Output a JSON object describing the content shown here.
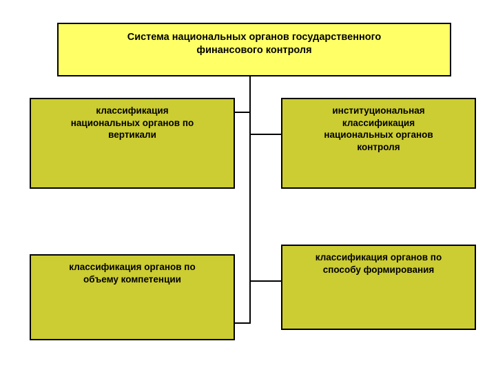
{
  "diagram": {
    "title": "Система национальных органов государственного финансового контроля",
    "colors": {
      "root_fill": "#ffff66",
      "branch_fill": "#cccc33",
      "border": "#000000",
      "background": "#ffffff",
      "text": "#000000"
    },
    "root": {
      "label": "Система национальных органов государственного\nфинансового контроля"
    },
    "nodes": [
      {
        "id": "vertical-classification",
        "label": "классификация\nнациональных органов по\nвертикали"
      },
      {
        "id": "institutional-classification",
        "label": "институциональная\nклассификация\nнациональных органов\nконтроля"
      },
      {
        "id": "competence-scope-classification",
        "label": "классификация органов по\nобъему компетенции"
      },
      {
        "id": "formation-method-classification",
        "label": "классификация органов по\nспособу формирования"
      }
    ]
  }
}
